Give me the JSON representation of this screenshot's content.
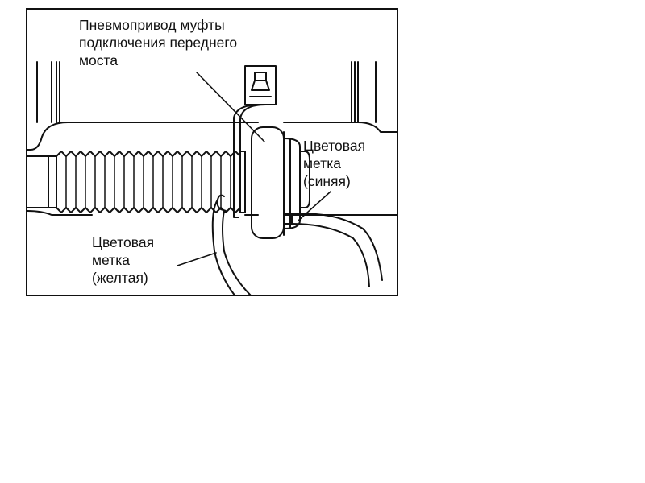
{
  "labels": {
    "actuator": {
      "lines": [
        "Пневмопривод муфты",
        "подключения переднего",
        "моста"
      ]
    },
    "blue_mark": {
      "lines": [
        "Цветовая",
        "метка",
        "(синяя)"
      ]
    },
    "yellow_mark": {
      "lines": [
        "Цветовая",
        "метка",
        "(желтая)"
      ]
    }
  }
}
